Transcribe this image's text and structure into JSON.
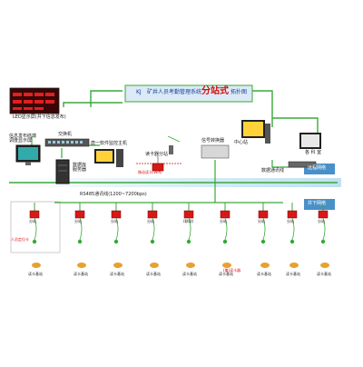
{
  "title": {
    "prefix": "KJ",
    "main": "矿井人员考勤管理系统",
    "highlight": "分站式",
    "suffix": "拓扑图"
  },
  "led": {
    "caption": "LED显示屏(井下信息发布)"
  },
  "dispatch": {
    "label": "信息发布终端\n调度显示屏"
  },
  "switch": {
    "label": "交换机"
  },
  "database": {
    "label": "数据库\n服务器"
  },
  "monitor_host": {
    "label": "唐一软件监控主机"
  },
  "wifi_station": {
    "label": "读卡器分站"
  },
  "converter": {
    "label": "信号转换器"
  },
  "center": {
    "label": "中心站"
  },
  "dataline": {
    "label": "数据通讯线"
  },
  "office_pc": {
    "label": "各 科 室"
  },
  "remote_label": "远程网络",
  "mine_label": "井下网络",
  "bus_label": "RS485通讯线(1200~7200bps)",
  "cascade_label": "(联网)",
  "buzzer_label": "分站",
  "reader_label": "读卡基站",
  "card_label": "人员定位卡",
  "mobile_label": "移动读卡(Wifi)",
  "beacon_label": "(兼)读卡器",
  "colors": {
    "net": "#3aa83a",
    "bus": "#8a2be2",
    "lan_band": "#bfe0f0",
    "device_red": "#d81818"
  },
  "nodes_row1": [
    "分站",
    "分站",
    "分站",
    "分站",
    "(联网)",
    "分站",
    "分站",
    "分站",
    "分站"
  ],
  "nodes_row2": [
    "读卡基站",
    "读卡基站",
    "读卡基站",
    "读卡基站",
    "读卡基站",
    "读卡基站",
    "读卡基站",
    "读卡基站",
    "读卡基站"
  ]
}
